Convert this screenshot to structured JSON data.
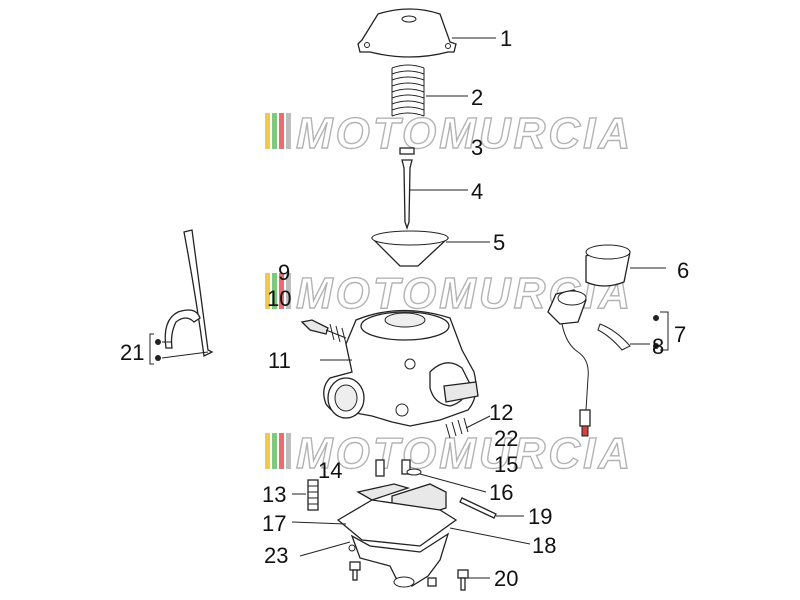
{
  "watermark": "MOTOMURCIA",
  "colors": {
    "line": "#222222",
    "label": "#111111",
    "watermark": "#9a9a9a",
    "stripe_yellow": "#f2c94c",
    "stripe_green": "#7fc97f",
    "stripe_red": "#e76f6f",
    "stripe_gray": "#bdbdbd"
  },
  "callouts": {
    "c1": "1",
    "c2": "2",
    "c3": "3",
    "c4": "4",
    "c5": "5",
    "c6": "6",
    "c7": "7",
    "c8": "8",
    "c9": "9",
    "c10": "10",
    "c11": "11",
    "c12": "12",
    "c13": "13",
    "c14": "14",
    "c15": "15",
    "c16": "16",
    "c17": "17",
    "c18": "18",
    "c19": "19",
    "c20": "20",
    "c21": "21",
    "c22": "22",
    "c23": "23"
  }
}
